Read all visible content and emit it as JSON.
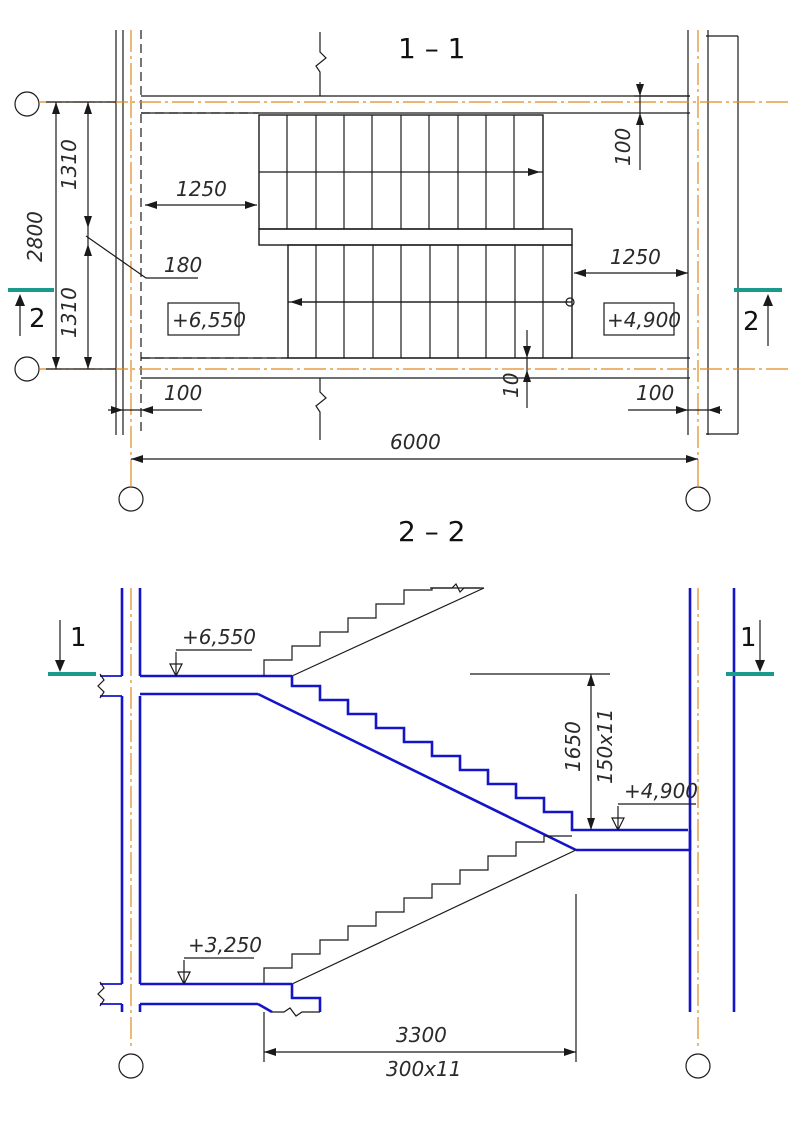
{
  "plan": {
    "title": "1 – 1",
    "dims": {
      "width_total": "6000",
      "height_total": "2800",
      "upper_flight": "1310",
      "lower_flight": "1310",
      "gap_left": "1250",
      "gap_right": "1250",
      "wall_gap": "180",
      "top_gap": "100",
      "mid_gap": "10",
      "edge_left": "100",
      "edge_right": "100"
    },
    "levels": {
      "left": "+6,550",
      "right": "+4,900"
    },
    "section_marks": {
      "left": "2",
      "right": "2"
    }
  },
  "section": {
    "title": "2 – 2",
    "dims": {
      "run": "3300",
      "run_steps": "300x11",
      "rise": "1650",
      "rise_steps": "150x11"
    },
    "levels": {
      "upper": "+6,550",
      "mid": "+4,900",
      "lower": "+3,250"
    },
    "section_marks": {
      "left": "1",
      "right": "1"
    }
  },
  "colors": {
    "structure": "#1414c8",
    "axis": "#e08a1e",
    "section_marker": "#1a9a8a",
    "line": "#1a1a1a"
  }
}
